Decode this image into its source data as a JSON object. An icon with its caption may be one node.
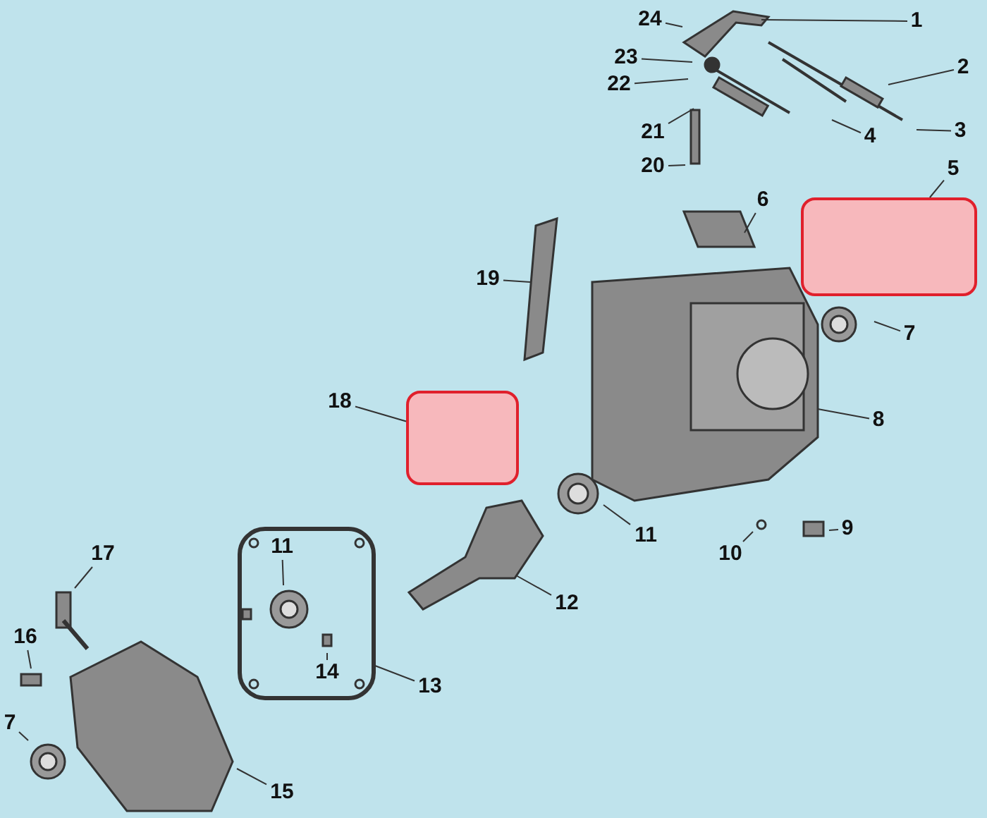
{
  "diagram": {
    "nodes": [
      {
        "text": [
          "1"
        ]
      },
      {
        "text": [
          "2"
        ]
      },
      {
        "text": [
          "3"
        ]
      },
      {
        "text": [
          "4"
        ]
      },
      {
        "text": [
          "5"
        ]
      },
      {
        "text": [
          "6"
        ]
      },
      {
        "text": [
          "7"
        ]
      },
      {
        "text": [
          "8"
        ]
      },
      {
        "text": [
          "9"
        ]
      },
      {
        "text": [
          "10"
        ]
      },
      {
        "text": [
          "11"
        ]
      },
      {
        "text": [
          "12"
        ]
      },
      {
        "text": [
          "13"
        ]
      },
      {
        "text": [
          "14"
        ]
      },
      {
        "text": [
          "15"
        ]
      },
      {
        "text": [
          "16"
        ]
      },
      {
        "text": [
          "17"
        ]
      },
      {
        "text": [
          "18"
        ]
      },
      {
        "text": [
          "19"
        ]
      },
      {
        "text": [
          "20"
        ]
      },
      {
        "text": [
          "21"
        ]
      },
      {
        "text": [
          "22"
        ]
      },
      {
        "text": [
          "23"
        ]
      },
      {
        "text": [
          "24"
        ]
      },
      {
        "text": [
          "7"
        ]
      },
      {
        "text": [
          "11"
        ]
      },
      {
        "text": [],
        "shape": "box"
      },
      {
        "text": [],
        "shape": "box"
      }
    ],
    "edges": [
      {
        "from": 0,
        "to": null,
        "arrow": "none"
      },
      {
        "from": 1,
        "to": null,
        "arrow": "none"
      },
      {
        "from": 2,
        "to": null,
        "arrow": "none"
      },
      {
        "from": 3,
        "to": null,
        "arrow": "none"
      },
      {
        "from": 4,
        "to": 26,
        "arrow": "none"
      },
      {
        "from": 5,
        "to": null,
        "arrow": "none"
      },
      {
        "from": 6,
        "to": null,
        "arrow": "none"
      },
      {
        "from": 7,
        "to": null,
        "arrow": "none"
      },
      {
        "from": 8,
        "to": null,
        "arrow": "none"
      },
      {
        "from": 9,
        "to": null,
        "arrow": "none"
      },
      {
        "from": 10,
        "to": null,
        "arrow": "none"
      },
      {
        "from": 11,
        "to": null,
        "arrow": "none"
      },
      {
        "from": 12,
        "to": null,
        "arrow": "none"
      },
      {
        "from": 13,
        "to": null,
        "arrow": "none"
      },
      {
        "from": 14,
        "to": null,
        "arrow": "none"
      },
      {
        "from": 15,
        "to": null,
        "arrow": "none"
      },
      {
        "from": 16,
        "to": null,
        "arrow": "none"
      },
      {
        "from": 17,
        "to": 27,
        "arrow": "none"
      },
      {
        "from": 18,
        "to": null,
        "arrow": "none"
      },
      {
        "from": 19,
        "to": null,
        "arrow": "none"
      },
      {
        "from": 20,
        "to": null,
        "arrow": "none"
      },
      {
        "from": 21,
        "to": null,
        "arrow": "none"
      },
      {
        "from": 22,
        "to": null,
        "arrow": "none"
      },
      {
        "from": 23,
        "to": null,
        "arrow": "none"
      },
      {
        "from": 24,
        "to": null,
        "arrow": "none"
      },
      {
        "from": 25,
        "to": null,
        "arrow": "none"
      }
    ]
  }
}
